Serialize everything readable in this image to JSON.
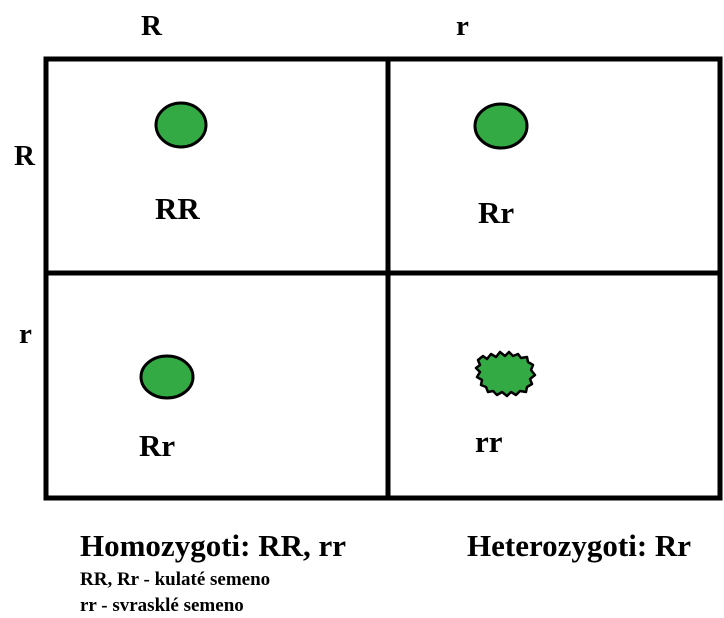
{
  "column_headers": [
    "R",
    "r"
  ],
  "row_headers": [
    "R",
    "r"
  ],
  "cells": [
    {
      "genotype": "RR",
      "seed": "round"
    },
    {
      "genotype": "Rr",
      "seed": "round"
    },
    {
      "genotype": "Rr",
      "seed": "round"
    },
    {
      "genotype": "rr",
      "seed": "wrinkled"
    }
  ],
  "colors": {
    "seed_fill": "#33aa44",
    "seed_outline": "#000000",
    "grid": "#000000"
  },
  "summary": {
    "homozygotes": "Homozygoti: RR, rr",
    "heterozygotes": "Heterozygoti: Rr"
  },
  "legend": [
    "RR, Rr - kulaté semeno",
    "rr - svrasklé semeno"
  ]
}
